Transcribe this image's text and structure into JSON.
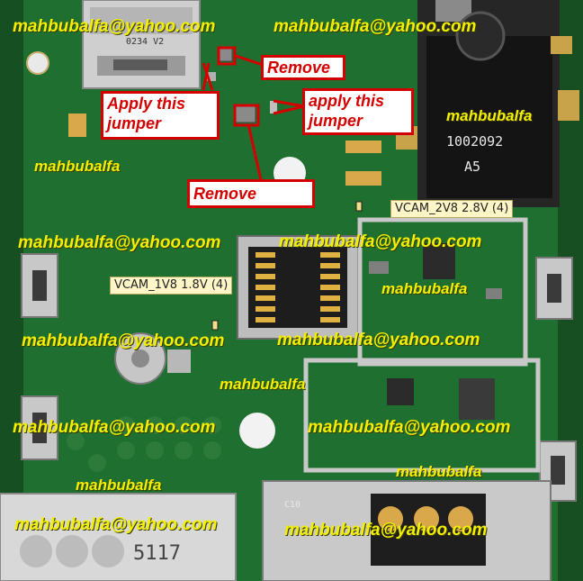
{
  "watermarks": [
    "mahbubalfa@yahoo.com",
    "mahbubalfa@yahoo.com",
    "mahbubalfa",
    "mahbubalfa",
    "mahbubalfa@yahoo.com",
    "mahbubalfa@yahoo.com",
    "mahbubalfa",
    "mahbubalfa@yahoo.com",
    "mahbubalfa@yahoo.com",
    "mahbubalfa",
    "mahbubalfa@yahoo.com",
    "mahbubalfa@yahoo.com",
    "mahbubalfa",
    "mahbubalfa",
    "mahbubalfa@yahoo.com",
    "mahbubalfa@yahoo.com"
  ],
  "callouts": {
    "remove_top": "Remove",
    "remove_bottom": "Remove",
    "apply_left_line1": "Apply this",
    "apply_left_line2": "jumper",
    "apply_right_line1": "apply this",
    "apply_right_line2": "jumper"
  },
  "voltage_labels": {
    "vcam_2v8": "VCAM_2V8 2.8V (4)",
    "vcam_1v8": "VCAM_1V8 1.8V (4)"
  },
  "component_markings": {
    "usb_code": "0234 V2",
    "audio_code_line1": "1002092",
    "audio_code_line2": "A5",
    "sim_digits": "5117",
    "pad_label": "C10"
  },
  "colors": {
    "board_green": "#1e6b2e",
    "watermark_yellow": "#f2f000",
    "callout_red": "#d40000",
    "label_background": "#fff6c8"
  }
}
